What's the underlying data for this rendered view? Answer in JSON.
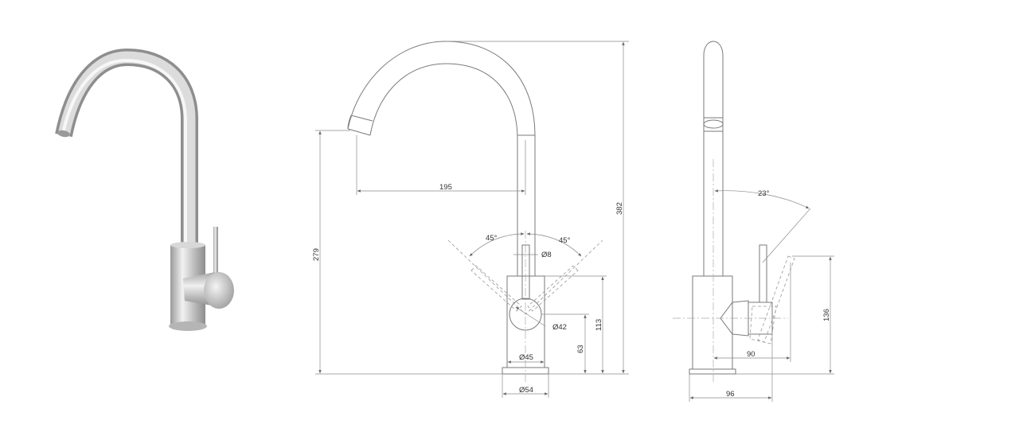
{
  "dimensions": {
    "spout_reach": "195",
    "total_height": "382",
    "spout_outlet_height": "279",
    "lever_angle_left": "45°",
    "lever_angle_right": "45°",
    "lever_diameter": "Ø8",
    "handle_diameter": "Ø42",
    "body_height": "113",
    "handle_center_height": "63",
    "body_diameter": "Ø45",
    "base_diameter": "Ø54",
    "lever_tilt_angle": "23°",
    "lever_side_height": "136",
    "handle_projection": "90",
    "base_depth": "96"
  },
  "colors": {
    "line": "#7a7a7a",
    "chrome_light": "#eeeeee",
    "chrome_dark": "#8c8c8c"
  }
}
